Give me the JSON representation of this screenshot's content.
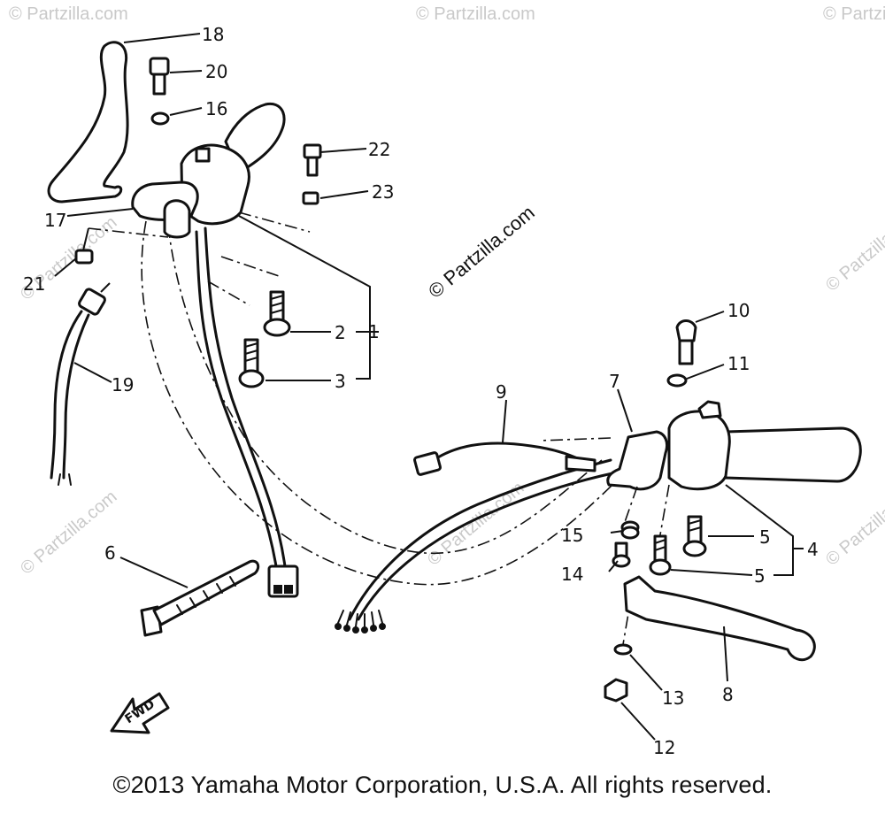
{
  "watermark": {
    "main": "© Partzilla.com",
    "faint": "© Partzilla.com"
  },
  "callouts": [
    "1",
    "2",
    "3",
    "4",
    "5",
    "5",
    "6",
    "7",
    "8",
    "9",
    "10",
    "11",
    "12",
    "13",
    "14",
    "15",
    "16",
    "17",
    "18",
    "19",
    "20",
    "21",
    "22",
    "23"
  ],
  "fwd_label": "FWD",
  "copyright": "©2013 Yamaha Motor Corporation, U.S.A. All rights reserved."
}
